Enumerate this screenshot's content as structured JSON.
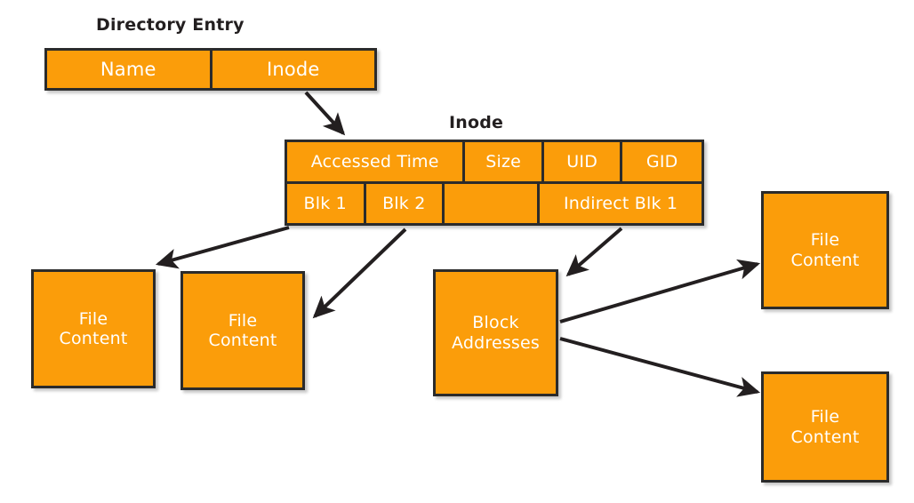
{
  "diagram": {
    "title_dir": "Directory Entry",
    "title_inode": "Inode",
    "accent_color": "#FB9D0A",
    "outline_color": "#2b2b2b",
    "label_color": "#231f20",
    "text_color": "#ffffff",
    "background": "#ffffff"
  },
  "directory_entry": {
    "caption": "Directory Entry",
    "cells": [
      {
        "label": "Name"
      },
      {
        "label": "Inode"
      }
    ]
  },
  "inode": {
    "caption": "Inode",
    "row_metadata": [
      {
        "label": "Accessed Time"
      },
      {
        "label": "Size"
      },
      {
        "label": "UID"
      },
      {
        "label": "GID"
      }
    ],
    "row_pointers": [
      {
        "label": "Blk 1"
      },
      {
        "label": "Blk 2"
      },
      {
        "label": ""
      },
      {
        "label": "Indirect Blk 1"
      }
    ]
  },
  "blocks": {
    "file_content_1": "File\nContent",
    "file_content_2": "File\nContent",
    "block_addresses": "Block\nAddresses",
    "file_content_3": "File\nContent",
    "file_content_4": "File\nContent"
  },
  "arrows": [
    {
      "name": "dir-inode-arrow",
      "from": "directory-entry-inode-cell",
      "to": "inode-table"
    },
    {
      "name": "blk1-arrow",
      "from": "inode-blk-1",
      "to": "file-content-1"
    },
    {
      "name": "blk2-arrow",
      "from": "inode-blk-2",
      "to": "file-content-2"
    },
    {
      "name": "indirect-blk-arrow",
      "from": "inode-indirect-blk-1",
      "to": "block-addresses"
    },
    {
      "name": "blockaddr-upper-arrow",
      "from": "block-addresses",
      "to": "file-content-3"
    },
    {
      "name": "blockaddr-lower-arrow",
      "from": "block-addresses",
      "to": "file-content-4"
    }
  ]
}
